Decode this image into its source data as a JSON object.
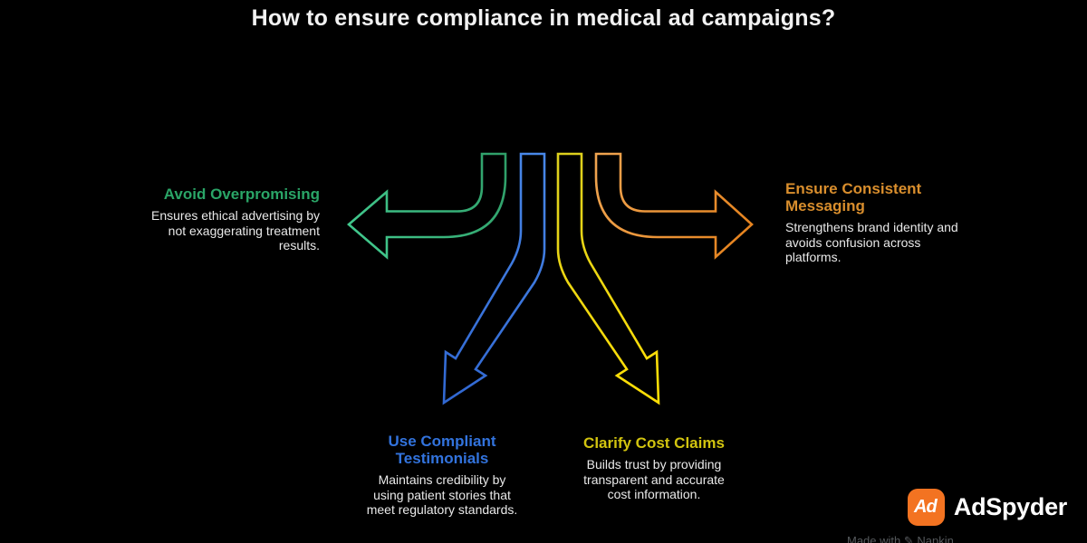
{
  "title": "How to ensure compliance in medical ad campaigns?",
  "items": [
    {
      "id": "avoid-overpromising",
      "heading": "Avoid Overpromising",
      "body": "Ensures ethical advertising by\nnot exaggerating treatment\nresults.",
      "color": "#2aa567",
      "direction": "left"
    },
    {
      "id": "ensure-consistent-messaging",
      "heading": "Ensure Consistent\nMessaging",
      "body": "Strengthens brand identity and\navoids confusion across\nplatforms.",
      "color": "#d98e2d",
      "direction": "right"
    },
    {
      "id": "use-compliant-testimonials",
      "heading": "Use Compliant\nTestimonials",
      "body": "Maintains credibility by\nusing patient stories that\nmeet regulatory standards.",
      "color": "#3273dd",
      "direction": "down-left"
    },
    {
      "id": "clarify-cost-claims",
      "heading": "Clarify Cost Claims",
      "body": "Builds trust by providing\ntransparent and accurate\ncost information.",
      "color": "#d2c40f",
      "direction": "down-right"
    }
  ],
  "arrows": {
    "stroke_width": "2.6",
    "green": {
      "from": "#2f9e68",
      "to": "#41c78c"
    },
    "orange": {
      "from": "#efa450",
      "to": "#e5831f"
    },
    "blue": {
      "from": "#4887e8",
      "to": "#3168d2"
    },
    "yellow": {
      "from": "#ddd01d",
      "to": "#ffdf05"
    }
  },
  "branding": {
    "icon_text": "Ad",
    "icon_color": "#f37321",
    "name": "AdSpyder"
  },
  "watermark": "Made with ✎ Napkin"
}
